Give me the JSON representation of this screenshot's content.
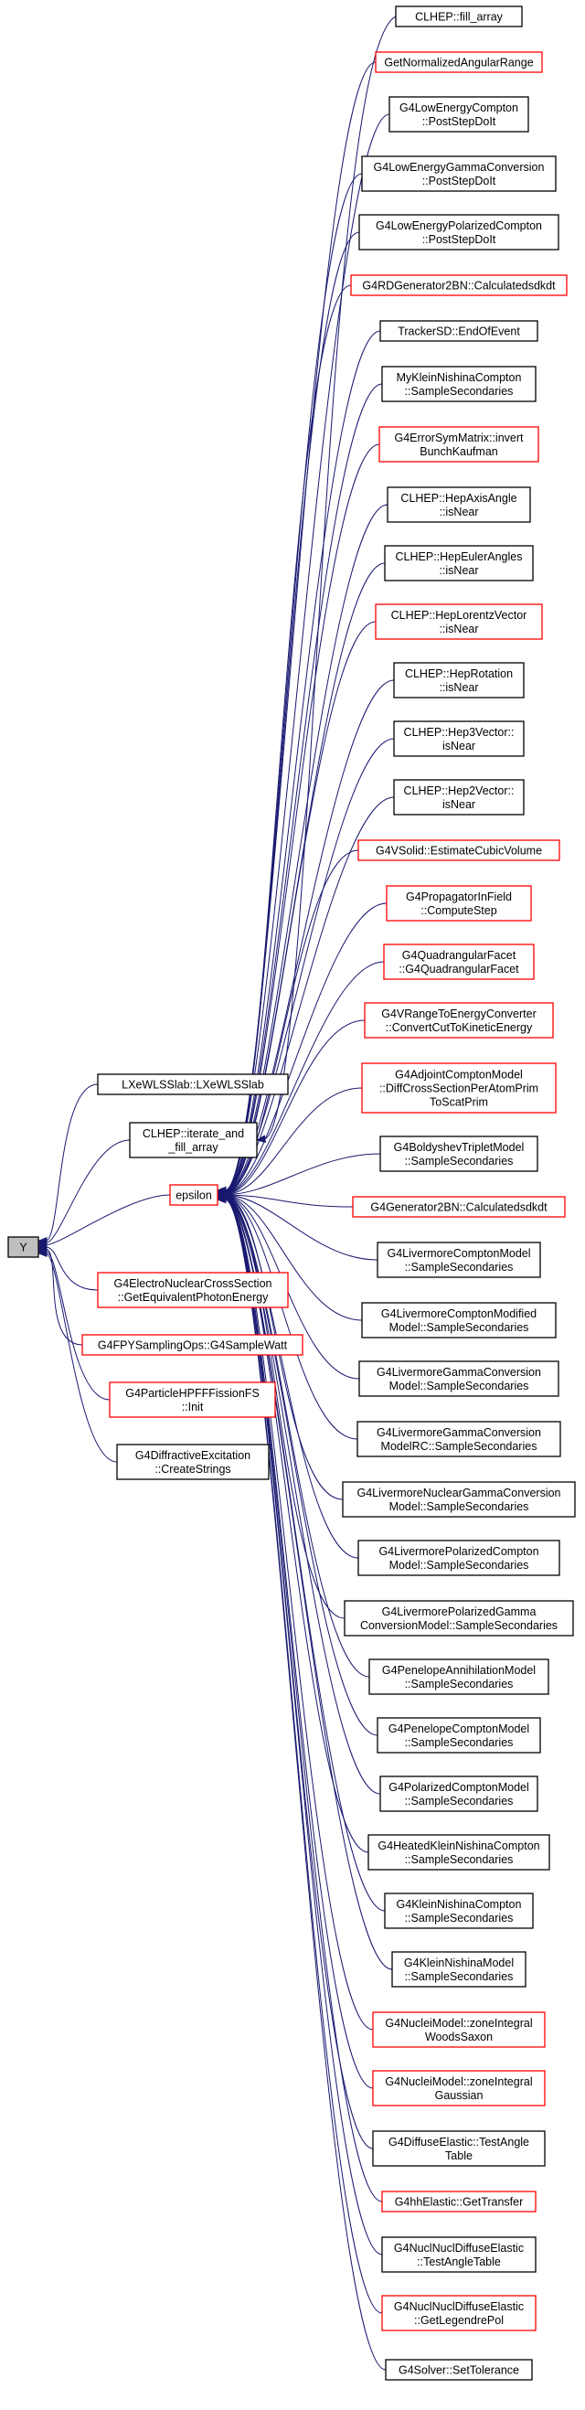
{
  "colors": {
    "edge": "#191970",
    "border_normal": "#000000",
    "border_red": "#ff0000",
    "fill_normal": "#ffffff",
    "fill_root": "#bfbfbf"
  },
  "root": {
    "id": "root",
    "lines": [
      "Y"
    ]
  },
  "left_nodes": [
    {
      "id": "lxe",
      "lines": [
        "LXeWLSSlab::LXeWLSSlab"
      ],
      "color": "black"
    },
    {
      "id": "iterate",
      "lines": [
        "CLHEP::iterate_and",
        "_fill_array"
      ],
      "color": "black"
    },
    {
      "id": "epsilon",
      "lines": [
        "epsilon"
      ],
      "color": "red"
    },
    {
      "id": "electronuclear",
      "lines": [
        "G4ElectroNuclearCrossSection",
        "::GetEquivalentPhotonEnergy"
      ],
      "color": "red"
    },
    {
      "id": "fpy",
      "lines": [
        "G4FPYSamplingOps::G4SampleWatt"
      ],
      "color": "red"
    },
    {
      "id": "hpfff",
      "lines": [
        "G4ParticleHPFFFissionFS",
        "::Init"
      ],
      "color": "red"
    },
    {
      "id": "diffractive",
      "lines": [
        "G4DiffractiveExcitation",
        "::CreateStrings"
      ],
      "color": "black"
    }
  ],
  "right_nodes": [
    {
      "id": "r0",
      "lines": [
        "CLHEP::fill_array"
      ],
      "color": "black"
    },
    {
      "id": "r1",
      "lines": [
        "GetNormalizedAngularRange"
      ],
      "color": "red"
    },
    {
      "id": "r2",
      "lines": [
        "G4LowEnergyCompton",
        "::PostStepDoIt"
      ],
      "color": "black"
    },
    {
      "id": "r3",
      "lines": [
        "G4LowEnergyGammaConversion",
        "::PostStepDoIt"
      ],
      "color": "black"
    },
    {
      "id": "r4",
      "lines": [
        "G4LowEnergyPolarizedCompton",
        "::PostStepDoIt"
      ],
      "color": "black"
    },
    {
      "id": "r5",
      "lines": [
        "G4RDGenerator2BN::Calculatedsdkdt"
      ],
      "color": "red"
    },
    {
      "id": "r6",
      "lines": [
        "TrackerSD::EndOfEvent"
      ],
      "color": "black"
    },
    {
      "id": "r7",
      "lines": [
        "MyKleinNishinaCompton",
        "::SampleSecondaries"
      ],
      "color": "black"
    },
    {
      "id": "r8",
      "lines": [
        "G4ErrorSymMatrix::invert",
        "BunchKaufman"
      ],
      "color": "red"
    },
    {
      "id": "r9",
      "lines": [
        "CLHEP::HepAxisAngle",
        "::isNear"
      ],
      "color": "black"
    },
    {
      "id": "r10",
      "lines": [
        "CLHEP::HepEulerAngles",
        "::isNear"
      ],
      "color": "black"
    },
    {
      "id": "r11",
      "lines": [
        "CLHEP::HepLorentzVector",
        "::isNear"
      ],
      "color": "red"
    },
    {
      "id": "r12",
      "lines": [
        "CLHEP::HepRotation",
        "::isNear"
      ],
      "color": "black"
    },
    {
      "id": "r13",
      "lines": [
        "CLHEP::Hep3Vector::",
        "isNear"
      ],
      "color": "black"
    },
    {
      "id": "r14",
      "lines": [
        "CLHEP::Hep2Vector::",
        "isNear"
      ],
      "color": "black"
    },
    {
      "id": "r15",
      "lines": [
        "G4VSolid::EstimateCubicVolume"
      ],
      "color": "red"
    },
    {
      "id": "r16",
      "lines": [
        "G4PropagatorInField",
        "::ComputeStep"
      ],
      "color": "red"
    },
    {
      "id": "r17",
      "lines": [
        "G4QuadrangularFacet",
        "::G4QuadrangularFacet"
      ],
      "color": "red"
    },
    {
      "id": "r18",
      "lines": [
        "G4VRangeToEnergyConverter",
        "::ConvertCutToKineticEnergy"
      ],
      "color": "red"
    },
    {
      "id": "r19",
      "lines": [
        "G4AdjointComptonModel",
        "::DiffCrossSectionPerAtomPrim",
        "ToScatPrim"
      ],
      "color": "red"
    },
    {
      "id": "r20",
      "lines": [
        "G4BoldyshevTripletModel",
        "::SampleSecondaries"
      ],
      "color": "black"
    },
    {
      "id": "r21",
      "lines": [
        "G4Generator2BN::Calculatedsdkdt"
      ],
      "color": "red"
    },
    {
      "id": "r22",
      "lines": [
        "G4LivermoreComptonModel",
        "::SampleSecondaries"
      ],
      "color": "black"
    },
    {
      "id": "r23",
      "lines": [
        "G4LivermoreComptonModified",
        "Model::SampleSecondaries"
      ],
      "color": "black"
    },
    {
      "id": "r24",
      "lines": [
        "G4LivermoreGammaConversion",
        "Model::SampleSecondaries"
      ],
      "color": "black"
    },
    {
      "id": "r25",
      "lines": [
        "G4LivermoreGammaConversion",
        "ModelRC::SampleSecondaries"
      ],
      "color": "black"
    },
    {
      "id": "r26",
      "lines": [
        "G4LivermoreNuclearGammaConversion",
        "Model::SampleSecondaries"
      ],
      "color": "black"
    },
    {
      "id": "r27",
      "lines": [
        "G4LivermorePolarizedCompton",
        "Model::SampleSecondaries"
      ],
      "color": "black"
    },
    {
      "id": "r28",
      "lines": [
        "G4LivermorePolarizedGamma",
        "ConversionModel::SampleSecondaries"
      ],
      "color": "black"
    },
    {
      "id": "r29",
      "lines": [
        "G4PenelopeAnnihilationModel",
        "::SampleSecondaries"
      ],
      "color": "black"
    },
    {
      "id": "r30",
      "lines": [
        "G4PenelopeComptonModel",
        "::SampleSecondaries"
      ],
      "color": "black"
    },
    {
      "id": "r31",
      "lines": [
        "G4PolarizedComptonModel",
        "::SampleSecondaries"
      ],
      "color": "black"
    },
    {
      "id": "r32",
      "lines": [
        "G4HeatedKleinNishinaCompton",
        "::SampleSecondaries"
      ],
      "color": "black"
    },
    {
      "id": "r33",
      "lines": [
        "G4KleinNishinaCompton",
        "::SampleSecondaries"
      ],
      "color": "black"
    },
    {
      "id": "r34",
      "lines": [
        "G4KleinNishinaModel",
        "::SampleSecondaries"
      ],
      "color": "black"
    },
    {
      "id": "r35",
      "lines": [
        "G4NucleiModel::zoneIntegral",
        "WoodsSaxon"
      ],
      "color": "red"
    },
    {
      "id": "r36",
      "lines": [
        "G4NucleiModel::zoneIntegral",
        "Gaussian"
      ],
      "color": "red"
    },
    {
      "id": "r37",
      "lines": [
        "G4DiffuseElastic::TestAngle",
        "Table"
      ],
      "color": "black"
    },
    {
      "id": "r38",
      "lines": [
        "G4hhElastic::GetTransfer"
      ],
      "color": "red"
    },
    {
      "id": "r39",
      "lines": [
        "G4NuclNuclDiffuseElastic",
        "::TestAngleTable"
      ],
      "color": "black"
    },
    {
      "id": "r40",
      "lines": [
        "G4NuclNuclDiffuseElastic",
        "::GetLegendrePol"
      ],
      "color": "red"
    },
    {
      "id": "r41",
      "lines": [
        "G4Solver::SetTolerance"
      ],
      "color": "black"
    }
  ]
}
